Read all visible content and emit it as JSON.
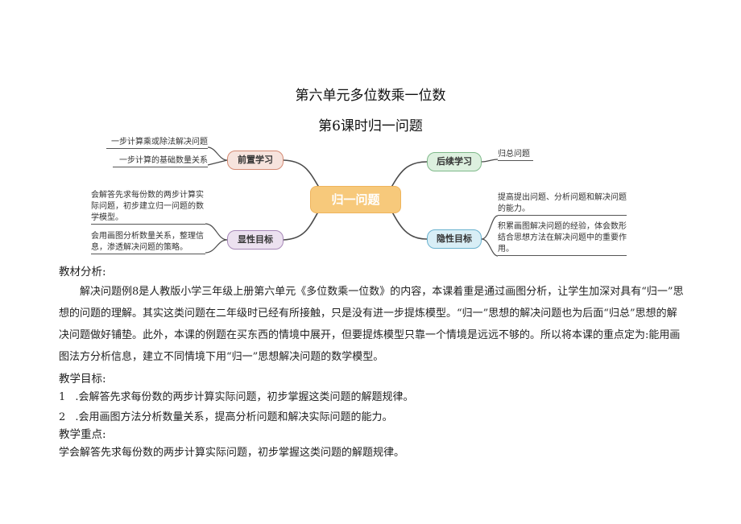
{
  "title": "第六单元多位数乘一位数",
  "subtitle": "第6课时归一问题",
  "mindmap": {
    "center": "归一问题",
    "prior": {
      "label": "前置学习",
      "items": [
        "一步计算乘或除法解决问题",
        "一步计算的基础数量关系"
      ]
    },
    "follow": {
      "label": "后续学习",
      "items": [
        "归总问题"
      ]
    },
    "explicit": {
      "label": "显性目标",
      "items": [
        "会解答先求每份数的两步计算实际问题，初步建立归一问题的数学模型。",
        "会用画图分析数量关系，整理信息，渗透解决问题的策略。"
      ]
    },
    "implicit": {
      "label": "隐性目标",
      "items": [
        "提高提出问题、分析问题和解决问题的能力。",
        "积累画图解决问题的经验，体会数形结合思想方法在解决问题中的重要作用。"
      ]
    }
  },
  "analysis": {
    "heading": "教材分析:",
    "paragraph": "解决问题例8是人教版小学三年级上册第六单元《多位数乘一位数》的内容，本课着重是通过画图分析，让学生加深对具有“归一”思想的问题的理解。其实这类问题在二年级时已经有所接触，只是没有进一步提炼模型。“归一”思想的解决问题也为后面“归总”思想的解决问题做好铺垫。此外，本课的例题在买东西的情境中展开，但要提炼模型只靠一个情境是远远不够的。所以将本课的重点定为:能用画图法方分析信息，建立不同情境下用“归一”思想解决问题的数学模型。"
  },
  "objectives": {
    "heading": "教学目标:",
    "items": [
      {
        "num": "1",
        "text": ".会解答先求每份数的两步计算实际问题，初步掌握这类问题的解题规律。"
      },
      {
        "num": "2",
        "text": ".会用画图方法分析数量关系，提高分析问题和解决实际问题的能力。"
      }
    ]
  },
  "key_points": {
    "heading": "教学重点:",
    "text": "学会解答先求每份数的两步计算实际问题，初步掌握这类问题的解题规律。"
  },
  "colors": {
    "center": "#f7c97b",
    "prior_fill": "#f6e3dd",
    "prior_border": "#d48a73",
    "follow_fill": "#ddf0df",
    "follow_border": "#7fb98a",
    "explicit_fill": "#ece1f0",
    "explicit_border": "#a788b8",
    "implicit_fill": "#d8eef6",
    "implicit_border": "#6ab2cf",
    "branch_line": "#4a4a4a"
  }
}
